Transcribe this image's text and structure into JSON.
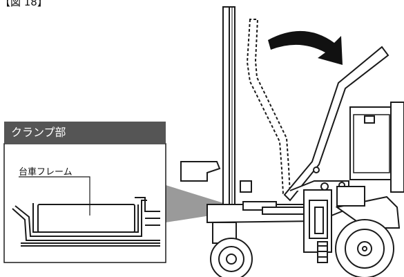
{
  "figure": {
    "label": "【図 18】"
  },
  "inset": {
    "title": "クランプ部",
    "callout": "台車フレーム"
  },
  "colors": {
    "header_bg": "#555555",
    "header_text": "#ffffff",
    "line": "#1a1a1a",
    "gray_fill": "#9a9a9a",
    "light_gray": "#d7d7d7"
  },
  "icons": {
    "rotation": "curved-arrow-icon",
    "pointer": "zoom-wedge-icon"
  }
}
